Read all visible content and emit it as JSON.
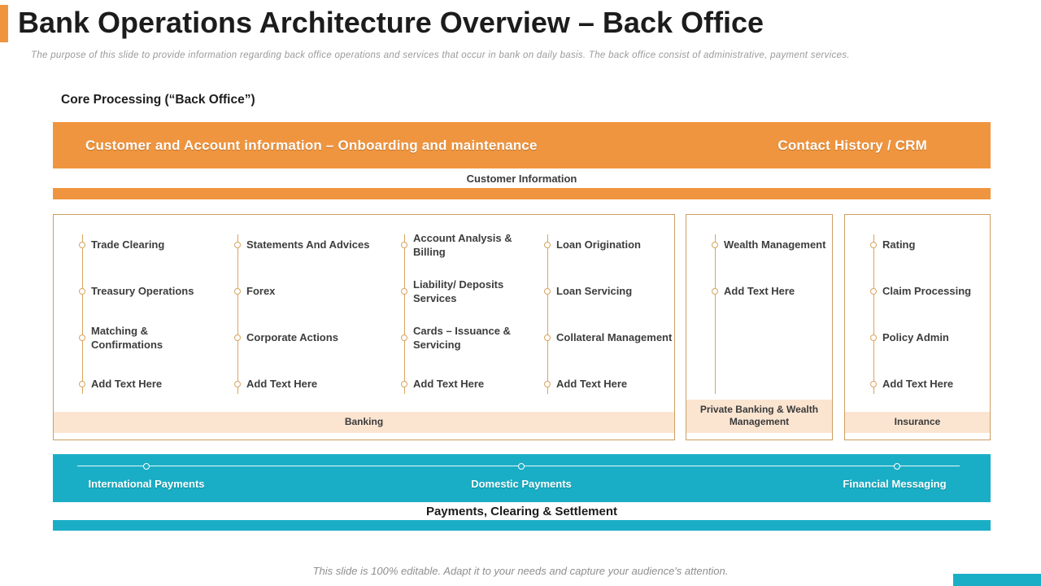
{
  "slide": {
    "title": "Bank Operations Architecture Overview – Back Office",
    "subtitle": "The purpose of this slide to provide information regarding back office operations and services that occur in bank on daily basis. The back office consist of administrative, payment services.",
    "section_heading": "Core Processing (“Back Office”)",
    "footer": "This slide is 100% editable. Adapt it to your needs and capture your audience's attention."
  },
  "top_banner": {
    "left_label": "Customer and Account information – Onboarding and maintenance",
    "right_label": "Contact History / CRM",
    "sub_label": "Customer Information"
  },
  "groups": [
    {
      "label": "Banking",
      "columns": [
        {
          "items": [
            "Trade Clearing",
            "Treasury Operations",
            "Matching & Confirmations",
            "Add Text Here"
          ]
        },
        {
          "items": [
            "Statements And Advices",
            "Forex",
            "Corporate Actions",
            "Add Text Here"
          ]
        },
        {
          "items": [
            "Account Analysis & Billing",
            "Liability/ Deposits Services",
            "Cards – Issuance & Servicing",
            "Add Text Here"
          ]
        },
        {
          "items": [
            "Loan Origination",
            "Loan Servicing",
            "Collateral Management",
            "Add Text Here"
          ]
        }
      ]
    },
    {
      "label": "Private Banking & Wealth Management",
      "columns": [
        {
          "items": [
            "Wealth Management",
            "Add Text Here"
          ]
        }
      ]
    },
    {
      "label": "Insurance",
      "columns": [
        {
          "items": [
            "Rating",
            "Claim Processing",
            "Policy Admin",
            "Add Text Here"
          ]
        }
      ]
    }
  ],
  "bottom_banner": {
    "labels": [
      "International Payments",
      "Domestic Payments",
      "Financial Messaging"
    ],
    "sub_label": "Payments, Clearing & Settlement"
  },
  "colors": {
    "orange": "#F0953F",
    "teal": "#1AAEC6",
    "peach": "#FBE5D1",
    "tan": "#CD9F63",
    "rail": "#D9A45F"
  }
}
